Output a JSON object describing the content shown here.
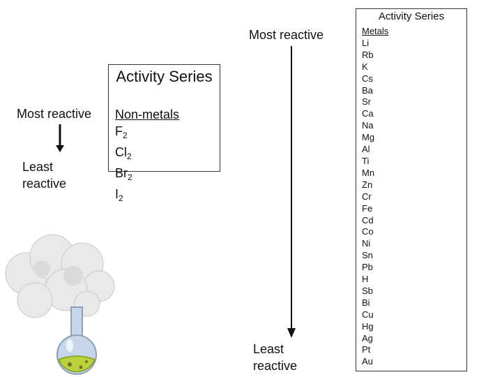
{
  "left_arrow": {
    "top_label": "Most reactive",
    "bottom_label": "Least reactive"
  },
  "nonmetals": {
    "title": "Activity Series",
    "header": "Non-metals",
    "items": [
      {
        "base": "F",
        "sub": "2"
      },
      {
        "base": "Cl",
        "sub": "2"
      },
      {
        "base": "Br",
        "sub": "2"
      },
      {
        "base": "I",
        "sub": "2"
      }
    ]
  },
  "center_arrow": {
    "top_label": "Most reactive",
    "bottom_label": "Least reactive"
  },
  "metals": {
    "title": "Activity Series",
    "header": "Metals",
    "items": [
      "Li",
      "Rb",
      "K",
      "Cs",
      "Ba",
      "Sr",
      "Ca",
      "Na",
      "Mg",
      "Al",
      "Ti",
      "Mn",
      "Zn",
      "Cr",
      "Fe",
      "Cd",
      "Co",
      "Ni",
      "Sn",
      "Pb",
      "H",
      "Sb",
      "Bi",
      "Cu",
      "Hg",
      "Ag",
      "Pt",
      "Au"
    ]
  },
  "colors": {
    "flask_glass": "#9bb0c8",
    "flask_liquid": "#b9d23c",
    "smoke": "#e8e8e8"
  },
  "decoration": {
    "icon": "flask-icon"
  }
}
